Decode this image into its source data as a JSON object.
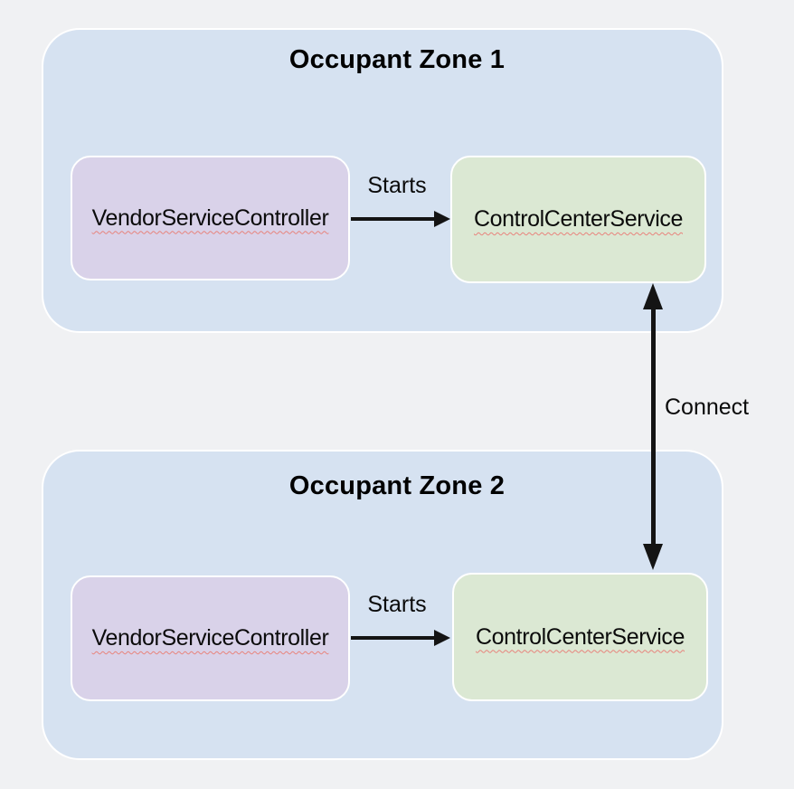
{
  "diagram": {
    "background_color": "#f0f1f3",
    "zone_fill_color": "#d6e2f1",
    "controller_fill_color": "#d9d2e9",
    "service_fill_color": "#dbe8d3",
    "border_color": "#ffffff",
    "arrow_color": "#141414",
    "spellcheck_underline_color": "#e8837c",
    "zones": [
      {
        "title": "Occupant Zone 1",
        "controller_label": "VendorServiceController",
        "service_label": "ControlCenterService",
        "starts_label": "Starts"
      },
      {
        "title": "Occupant Zone 2",
        "controller_label": "VendorServiceController",
        "service_label": "ControlCenterService",
        "starts_label": "Starts"
      }
    ],
    "connect_label": "Connect"
  }
}
